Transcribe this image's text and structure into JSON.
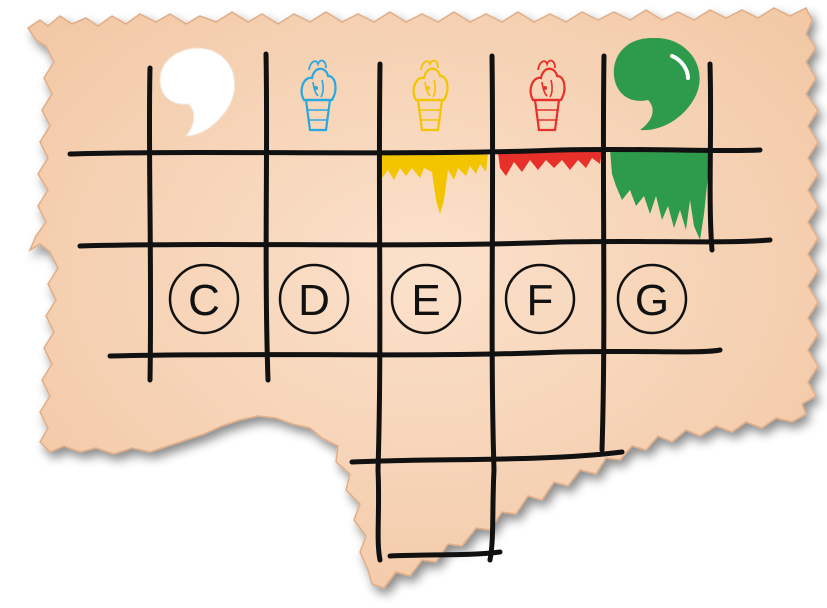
{
  "puzzle": {
    "note_letters": [
      "C",
      "D",
      "E",
      "F",
      "G"
    ],
    "columns": [
      {
        "letter": "C",
        "top_item": "white-paint-blob",
        "fill": "none"
      },
      {
        "letter": "D",
        "top_item": "ice-cream-cone",
        "fill": "none"
      },
      {
        "letter": "E",
        "top_item": "ice-cream-cone",
        "fill": "dripping-paint"
      },
      {
        "letter": "F",
        "top_item": "ice-cream-cone",
        "fill": "dripping-paint"
      },
      {
        "letter": "G",
        "top_item": "green-paint-blob",
        "fill": "dripping-paint"
      }
    ]
  },
  "colors": {
    "paper": "#f9d7bd",
    "paper_edge": "#e9b995",
    "grid_line": "#111111",
    "white_paint": "#ffffff",
    "cone_blue": "#29a8e0",
    "cone_yellow": "#f2c500",
    "cone_red": "#e8302a",
    "paint_yellow": "#f2c500",
    "paint_red": "#e8302a",
    "paint_green": "#2e9a4b"
  }
}
